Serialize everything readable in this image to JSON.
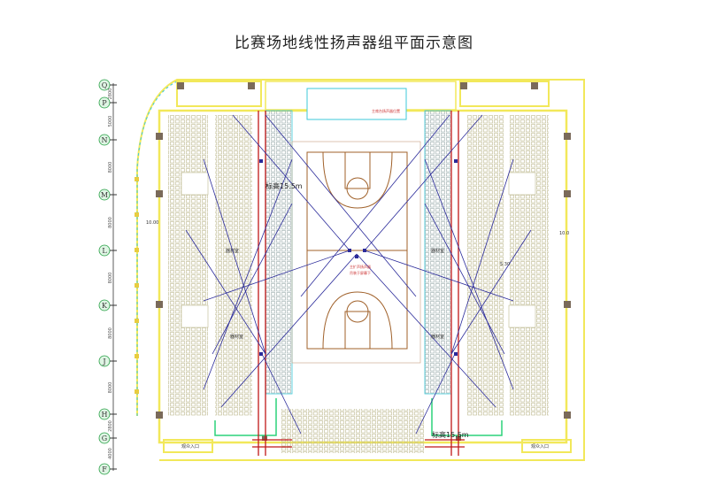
{
  "title": "比赛场地线性扬声器组平面示意图",
  "axis": {
    "grid_labels": [
      "Q",
      "P",
      "N",
      "M",
      "L",
      "K",
      "J",
      "H",
      "G",
      "F"
    ],
    "dimensions": [
      "2800",
      "5000",
      "8000",
      "8000",
      "8000",
      "8000",
      "8000",
      "2800",
      "4000"
    ]
  },
  "annotations": {
    "height_left": "标高15.5m",
    "height_bottom": "标高15.5m",
    "level_left": "10.00",
    "level_right": "10.0",
    "level_right2": "5.30",
    "top_note": "主席台扬声器位置",
    "center_note_1": "主扩声扬声器",
    "center_note_2": "吊装于屏幕下",
    "room_left": "器材室",
    "room_right": "器材室",
    "room_left2": "器材室",
    "room_right2": "器材室",
    "entrance_left": "观众入口",
    "entrance_right": "观众入口"
  },
  "colors": {
    "wall": "#f2e85a",
    "seat": "#c8c39a",
    "court": "#a0612a",
    "speaker_line": "#c01818",
    "coverage": "#2a2a9a",
    "rail": "#3cc8d8",
    "axis_bubble": "#27a045"
  }
}
